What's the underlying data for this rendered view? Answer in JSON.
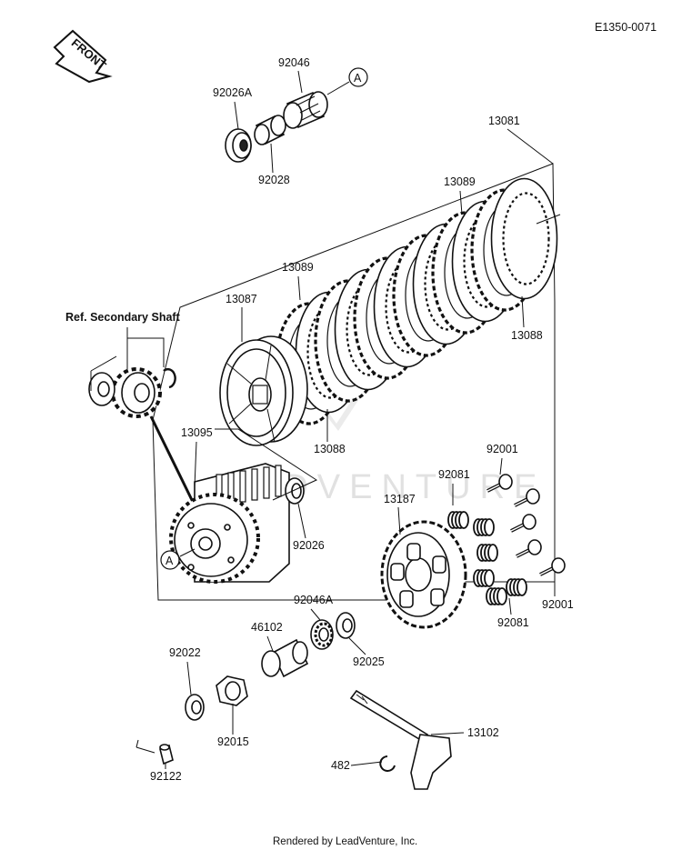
{
  "header": {
    "diagram_code": "E1350-0071"
  },
  "front_tag": "FRONT",
  "ref_label": "Ref. Secondary Shaft",
  "callout_letter": "A",
  "watermark": "ADVENTURE",
  "parts": {
    "p92046": "92046",
    "p92026A": "92026A",
    "p92028": "92028",
    "p13081": "13081",
    "p13089a": "13089",
    "p13089b": "13089",
    "p13087": "13087",
    "p13088a": "13088",
    "p13088b": "13088",
    "p13095": "13095",
    "p92026": "92026",
    "p92001a": "92001",
    "p92081a": "92081",
    "p13187": "13187",
    "p92001b": "92001",
    "p92081b": "92081",
    "p92046A": "92046A",
    "p46102": "46102",
    "p92025": "92025",
    "p92022": "92022",
    "p92015": "92015",
    "p13102": "13102",
    "p482": "482",
    "p92122": "92122"
  },
  "footer": {
    "credit": "Rendered by LeadVenture, Inc."
  }
}
